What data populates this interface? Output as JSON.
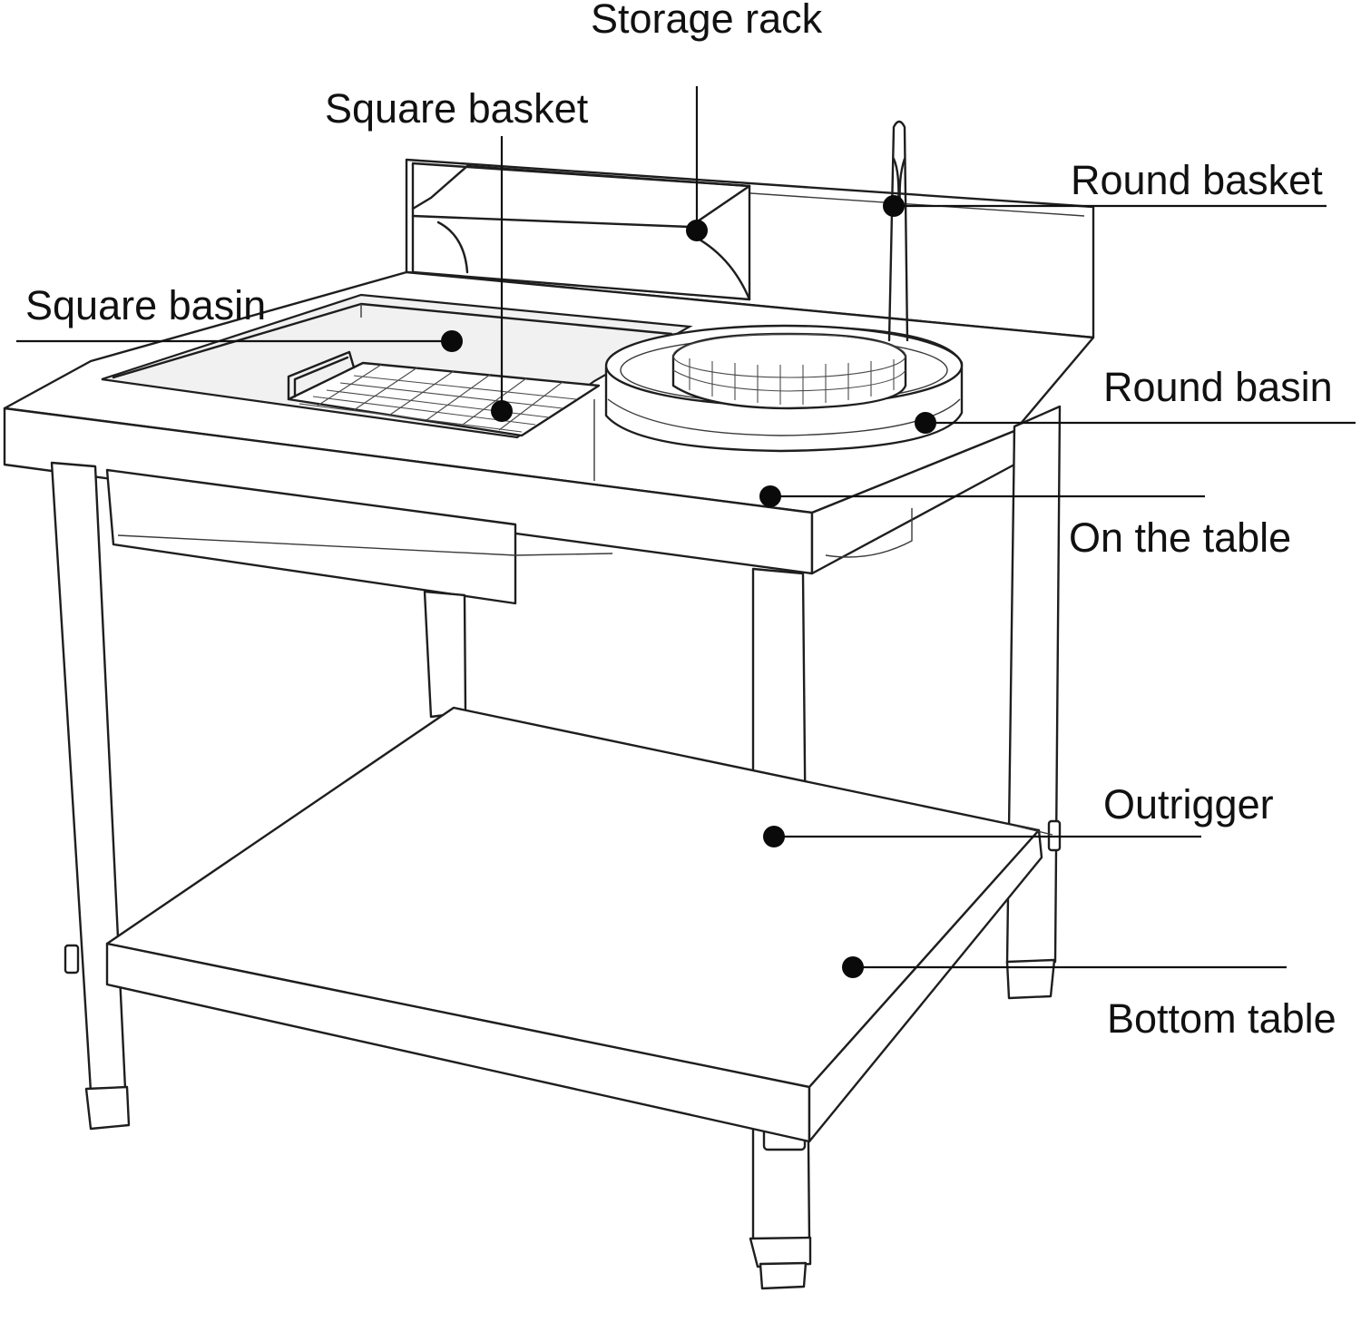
{
  "labels": {
    "storage_rack": "Storage rack",
    "square_basket": "Square basket",
    "round_basket": "Round basket",
    "square_basin": "Square basin",
    "round_basin": "Round basin",
    "on_the_table": "On the table",
    "outrigger": "Outrigger",
    "bottom_table": "Bottom table"
  },
  "colors": {
    "line": "#1e1e1e",
    "background": "#ffffff",
    "marker": "#0a0a0a"
  }
}
